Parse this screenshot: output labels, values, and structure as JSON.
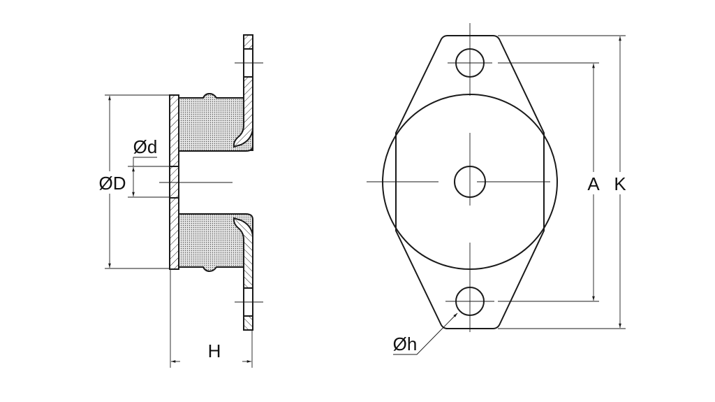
{
  "drawing": {
    "side_view": {
      "labels": {
        "outer_diameter": "ØD",
        "bore_diameter": "Ød",
        "height": "H"
      }
    },
    "front_view": {
      "labels": {
        "hole_spacing": "A",
        "overall_length": "K",
        "mounting_hole_diameter": "Øh"
      }
    },
    "colors": {
      "line": "#1a1a1a",
      "background": "#ffffff"
    }
  }
}
